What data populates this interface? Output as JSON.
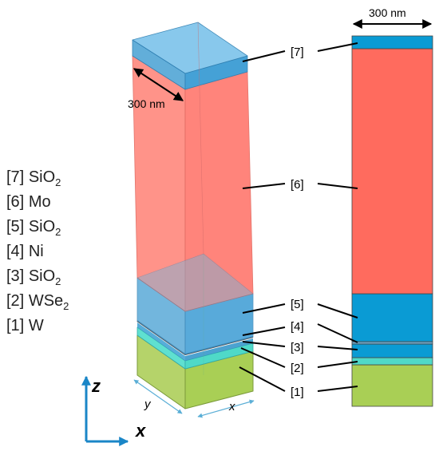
{
  "colors": {
    "red": "#ff6b5e",
    "blue": "#0a9bd4",
    "cyan": "#4fd9c8",
    "green": "#a9cf55",
    "arrow": "#1a86c7",
    "line": "#000000"
  },
  "legend": [
    {
      "label": "[7]",
      "name": "SiO",
      "sub": "2"
    },
    {
      "label": "[6]",
      "name": "Mo",
      "sub": ""
    },
    {
      "label": "[5]",
      "name": "SiO",
      "sub": "2"
    },
    {
      "label": "[4]",
      "name": "Ni",
      "sub": ""
    },
    {
      "label": "[3]",
      "name": "SiO",
      "sub": "2"
    },
    {
      "label": "[2]",
      "name": "WSe",
      "sub": "2"
    },
    {
      "label": "[1]",
      "name": "W",
      "sub": ""
    }
  ],
  "callouts": [
    "[7]",
    "[6]",
    "[5]",
    "[4]",
    "[3]",
    "[2]",
    "[1]"
  ],
  "scale_label_3d": "300 nm",
  "scale_label_cross": "300 nm",
  "axes": {
    "z": "z",
    "x": "x",
    "x_dim": "x",
    "y_dim": "y"
  }
}
